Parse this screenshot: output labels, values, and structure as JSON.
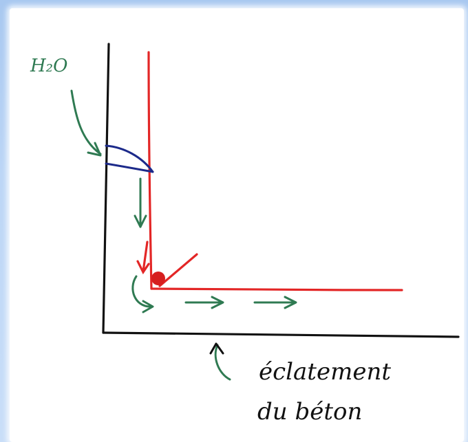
{
  "labels": {
    "water": "H₂O",
    "caption_line1": "éclatement",
    "caption_line2": "du béton"
  },
  "colors": {
    "axis": "#111111",
    "steel": "#e32626",
    "water_flow": "#2f7a52",
    "water_level": "#1c2a8a",
    "spall_dot": "#d61f1f",
    "caption": "#111111"
  }
}
